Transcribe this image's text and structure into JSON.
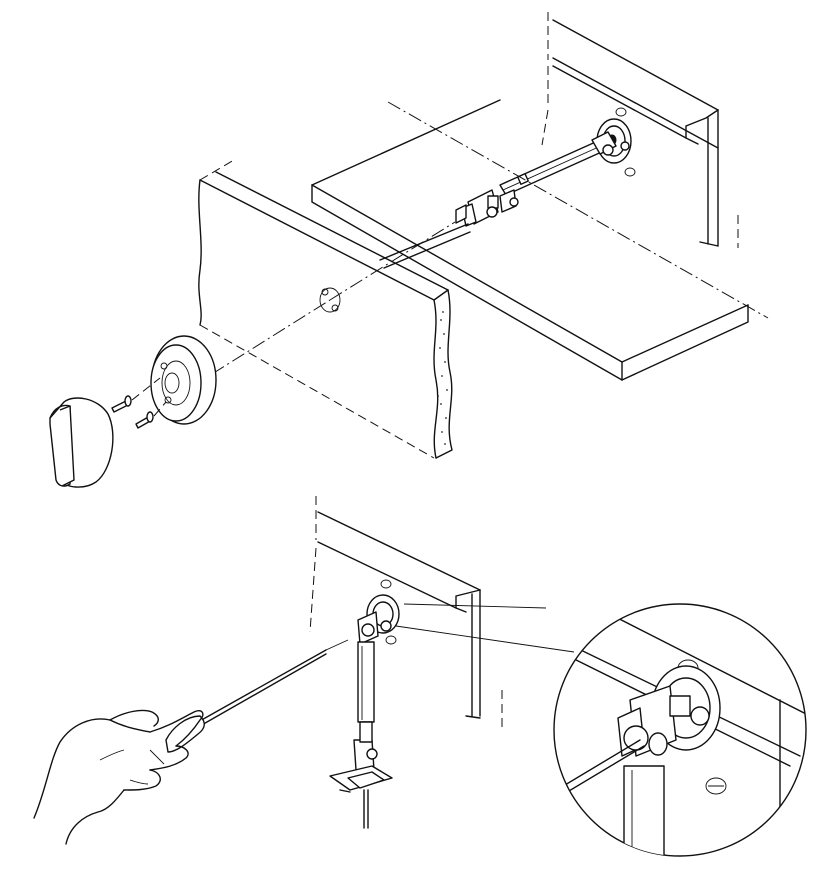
{
  "illustration": {
    "ink_color": "#111111",
    "paper_color": "#ffffff",
    "parts": {
      "upper_view": [
        "cabinet-panel",
        "shelf",
        "linkage-rod",
        "door-front",
        "escutcheon-ring",
        "mounting-screw",
        "control-knob"
      ],
      "lower_view": [
        "cabinet-panel",
        "vertical-linkage",
        "screwdriver",
        "hand",
        "detail-magnifier"
      ]
    }
  }
}
